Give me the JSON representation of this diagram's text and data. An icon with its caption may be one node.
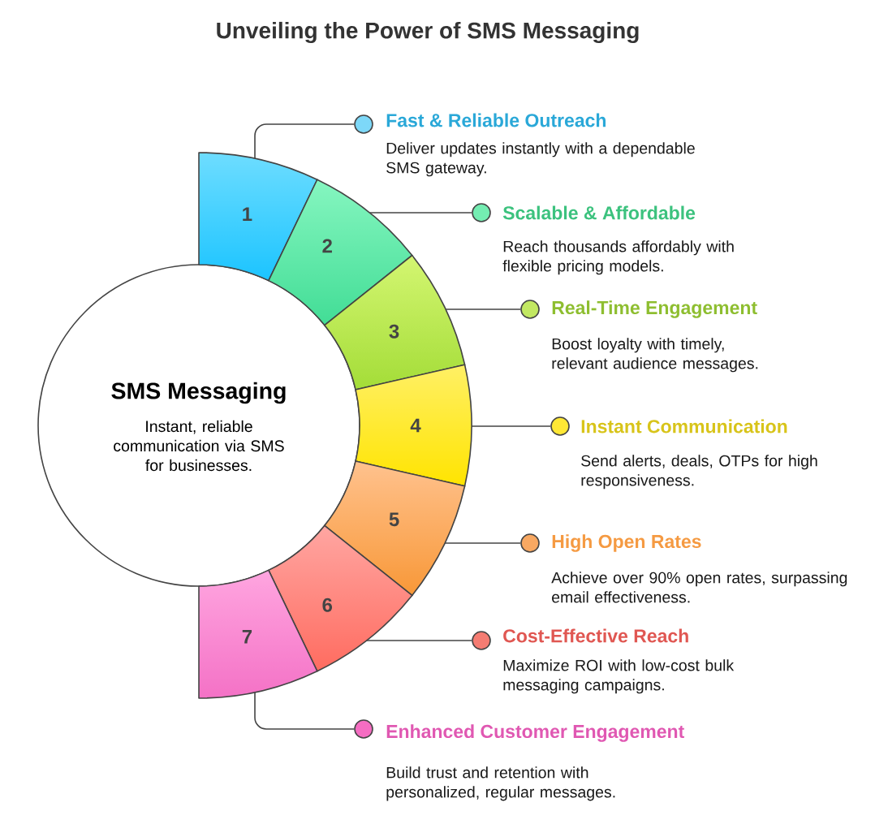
{
  "diagram": {
    "title": "Unveiling the Power of SMS Messaging",
    "nodes": [
      {
        "text": [
          "SMS Messaging",
          "Instant, reliable communication via SMS for businesses."
        ]
      },
      {
        "text": [
          "1"
        ]
      },
      {
        "text": [
          "2"
        ]
      },
      {
        "text": [
          "3"
        ]
      },
      {
        "text": [
          "4"
        ]
      },
      {
        "text": [
          "5"
        ]
      },
      {
        "text": [
          "6"
        ]
      },
      {
        "text": [
          "7"
        ]
      },
      {
        "text": [
          "Fast & Reliable Outreach",
          "Deliver updates instantly with a dependable SMS gateway."
        ]
      },
      {
        "text": [
          "Scalable & Affordable",
          "Reach thousands affordably with flexible pricing models."
        ]
      },
      {
        "text": [
          "Real-Time Engagement",
          "Boost loyalty with timely, relevant audience messages."
        ]
      },
      {
        "text": [
          "Instant Communication",
          "Send alerts, deals, OTPs for high responsiveness."
        ]
      },
      {
        "text": [
          "High Open Rates",
          "Achieve over 90% open rates, surpassing email effectiveness."
        ]
      },
      {
        "text": [
          "Cost-Effective Reach",
          "Maximize ROI with low-cost bulk messaging campaigns."
        ]
      },
      {
        "text": [
          "Enhanced Customer Engagement",
          "Build trust and retention with personalized, regular messages."
        ]
      }
    ],
    "edges": [
      {
        "from": 1,
        "to": 8,
        "arrow": "none"
      },
      {
        "from": 2,
        "to": 9,
        "arrow": "none"
      },
      {
        "from": 3,
        "to": 10,
        "arrow": "none"
      },
      {
        "from": 4,
        "to": 11,
        "arrow": "none"
      },
      {
        "from": 5,
        "to": 12,
        "arrow": "none"
      },
      {
        "from": 6,
        "to": 13,
        "arrow": "none"
      },
      {
        "from": 7,
        "to": 14,
        "arrow": "none"
      }
    ]
  }
}
